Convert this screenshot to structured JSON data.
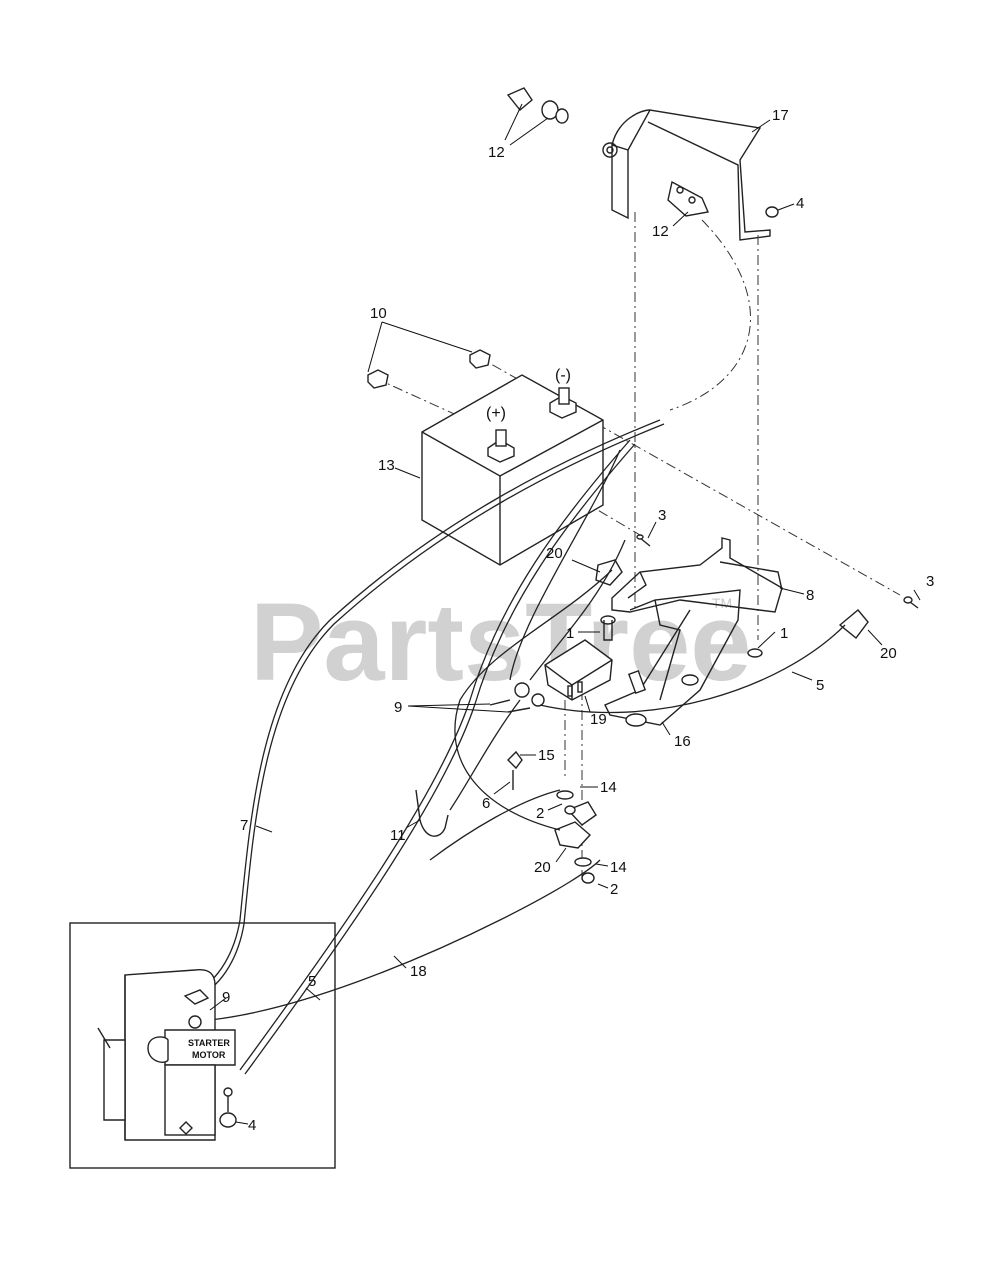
{
  "watermark": {
    "text": "PartsTree",
    "tm": "TM"
  },
  "terminals": {
    "positive": "(+)",
    "negative": "(-)"
  },
  "starter": {
    "line1": "STARTER",
    "line2": "MOTOR"
  },
  "callouts": {
    "c12a": "12",
    "c17": "17",
    "c4a": "4",
    "c12b": "12",
    "c10": "10",
    "c13": "13",
    "c3a": "3",
    "c20a": "20",
    "c8": "8",
    "c3b": "3",
    "c1a": "1",
    "c1b": "1",
    "c20b": "20",
    "c5a": "5",
    "c9a": "9",
    "c19": "19",
    "c16": "16",
    "c15": "15",
    "c14a": "14",
    "c6": "6",
    "c2a": "2",
    "c11": "11",
    "c7": "7",
    "c20c": "20",
    "c14b": "14",
    "c2b": "2",
    "c18": "18",
    "c9b": "9",
    "c5b": "5",
    "c4b": "4"
  }
}
